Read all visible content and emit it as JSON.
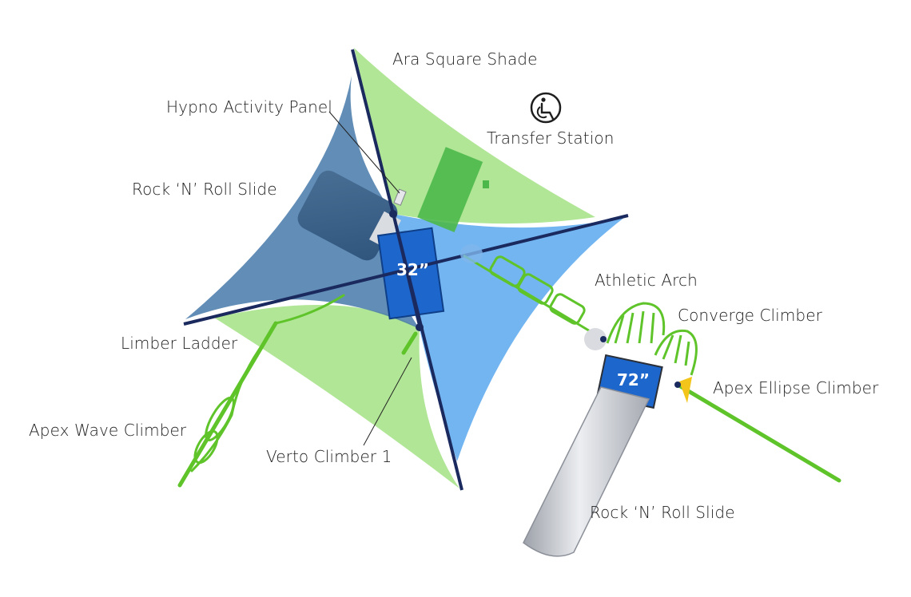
{
  "labels": {
    "ara_square_shade": "Ara Square Shade",
    "hypno_activity_panel": "Hypno Activity Panel",
    "transfer_station": "Transfer Station",
    "rock_n_roll_slide_upper": "Rock ‘N’ Roll Slide",
    "athletic_arch": "Athletic Arch",
    "converge_climber": "Converge Climber",
    "limber_ladder": "Limber Ladder",
    "apex_ellipse_climber": "Apex Ellipse Climber",
    "apex_wave_climber": "Apex Wave Climber",
    "verto_climber": "Verto Climber 1",
    "rock_n_roll_slide_lower": "Rock ‘N’ Roll Slide"
  },
  "deck_heights": {
    "main_deck": "32”",
    "second_deck": "72”"
  },
  "icons": {
    "accessibility": "wheelchair-accessibility-icon"
  },
  "colors": {
    "shade_green": "#9fe07d",
    "shade_blue_dark": "#3f78a8",
    "shade_blue_light": "#5aa6ec",
    "frame_navy": "#1b2a5e",
    "climber_green": "#5fc42a",
    "deck_blue": "#1565c8",
    "slide_silver": "#c9ccd2"
  }
}
